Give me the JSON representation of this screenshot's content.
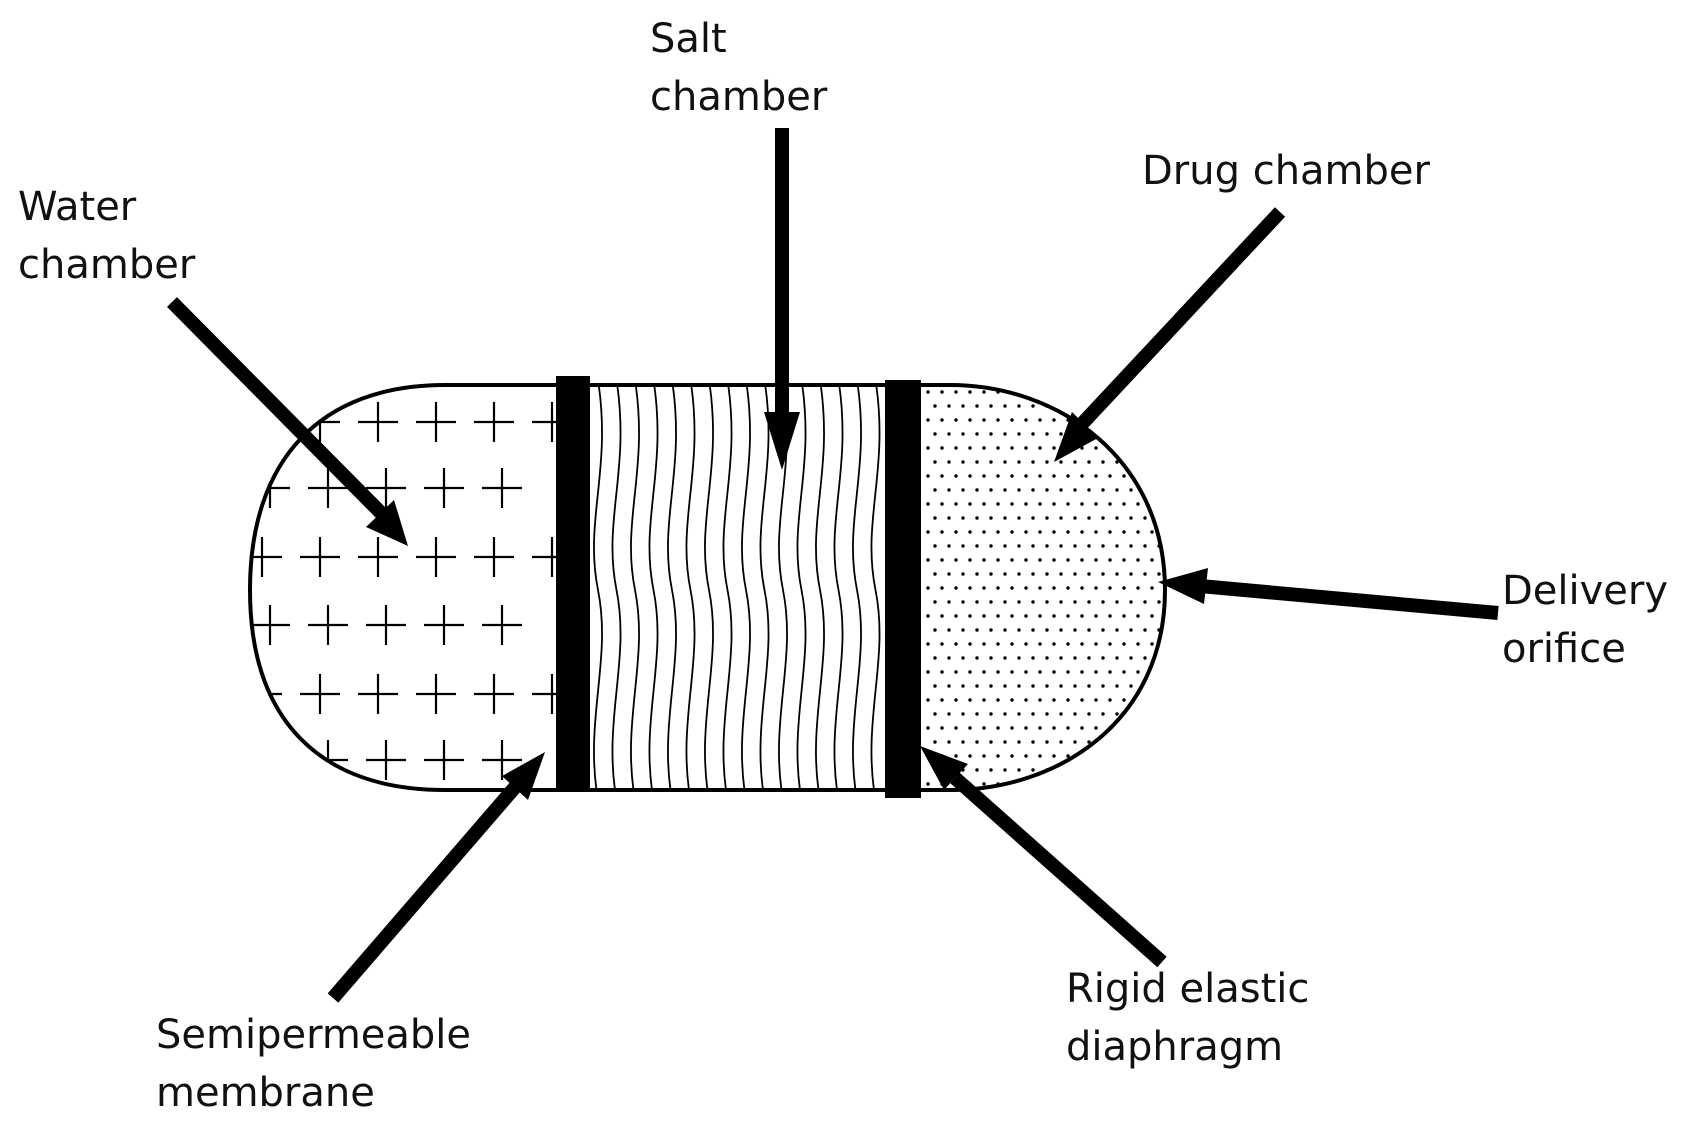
{
  "labels": {
    "salt_chamber": {
      "line1": "Salt",
      "line2": "chamber"
    },
    "drug_chamber": {
      "line1": "Drug chamber"
    },
    "water_chamber": {
      "line1": "Water",
      "line2": "chamber"
    },
    "delivery_orifice": {
      "line1": "Delivery",
      "line2": "orifice"
    },
    "semipermeable_membrane": {
      "line1": "Semipermeable",
      "line2": "membrane"
    },
    "rigid_elastic_diaphragm": {
      "line1": "Rigid elastic",
      "line2": "diaphragm"
    }
  },
  "colors": {
    "ink": "#000000",
    "background": "#ffffff"
  }
}
